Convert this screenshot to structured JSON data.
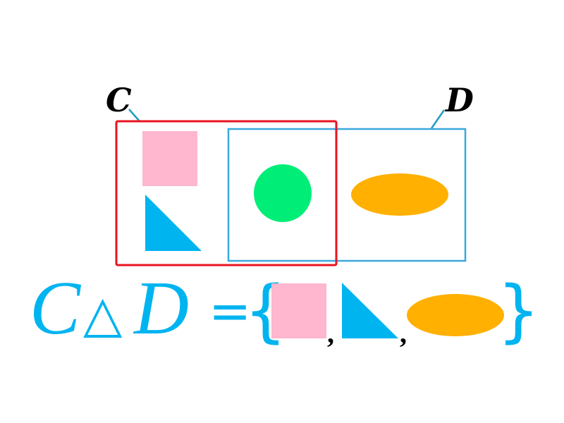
{
  "sets": {
    "c": {
      "label": "C",
      "color": "#e8131f"
    },
    "d": {
      "label": "D",
      "color": "#3aa8dd"
    }
  },
  "connector_color": "#1f9ec0",
  "elements": {
    "square": {
      "shape": "square",
      "color": "#ffb6cf"
    },
    "triangle": {
      "shape": "right-triangle",
      "color": "#00b4f0"
    },
    "circle": {
      "shape": "circle",
      "color": "#00ee77"
    },
    "ellipse": {
      "shape": "ellipse",
      "color": "#ffb000"
    }
  },
  "formula": {
    "left": "C",
    "operator": "△",
    "right": "D",
    "equals": "=",
    "open_brace": "{",
    "close_brace": "}",
    "separator": ",",
    "result": [
      "square",
      "triangle",
      "ellipse"
    ],
    "color": "#00b4f0"
  }
}
